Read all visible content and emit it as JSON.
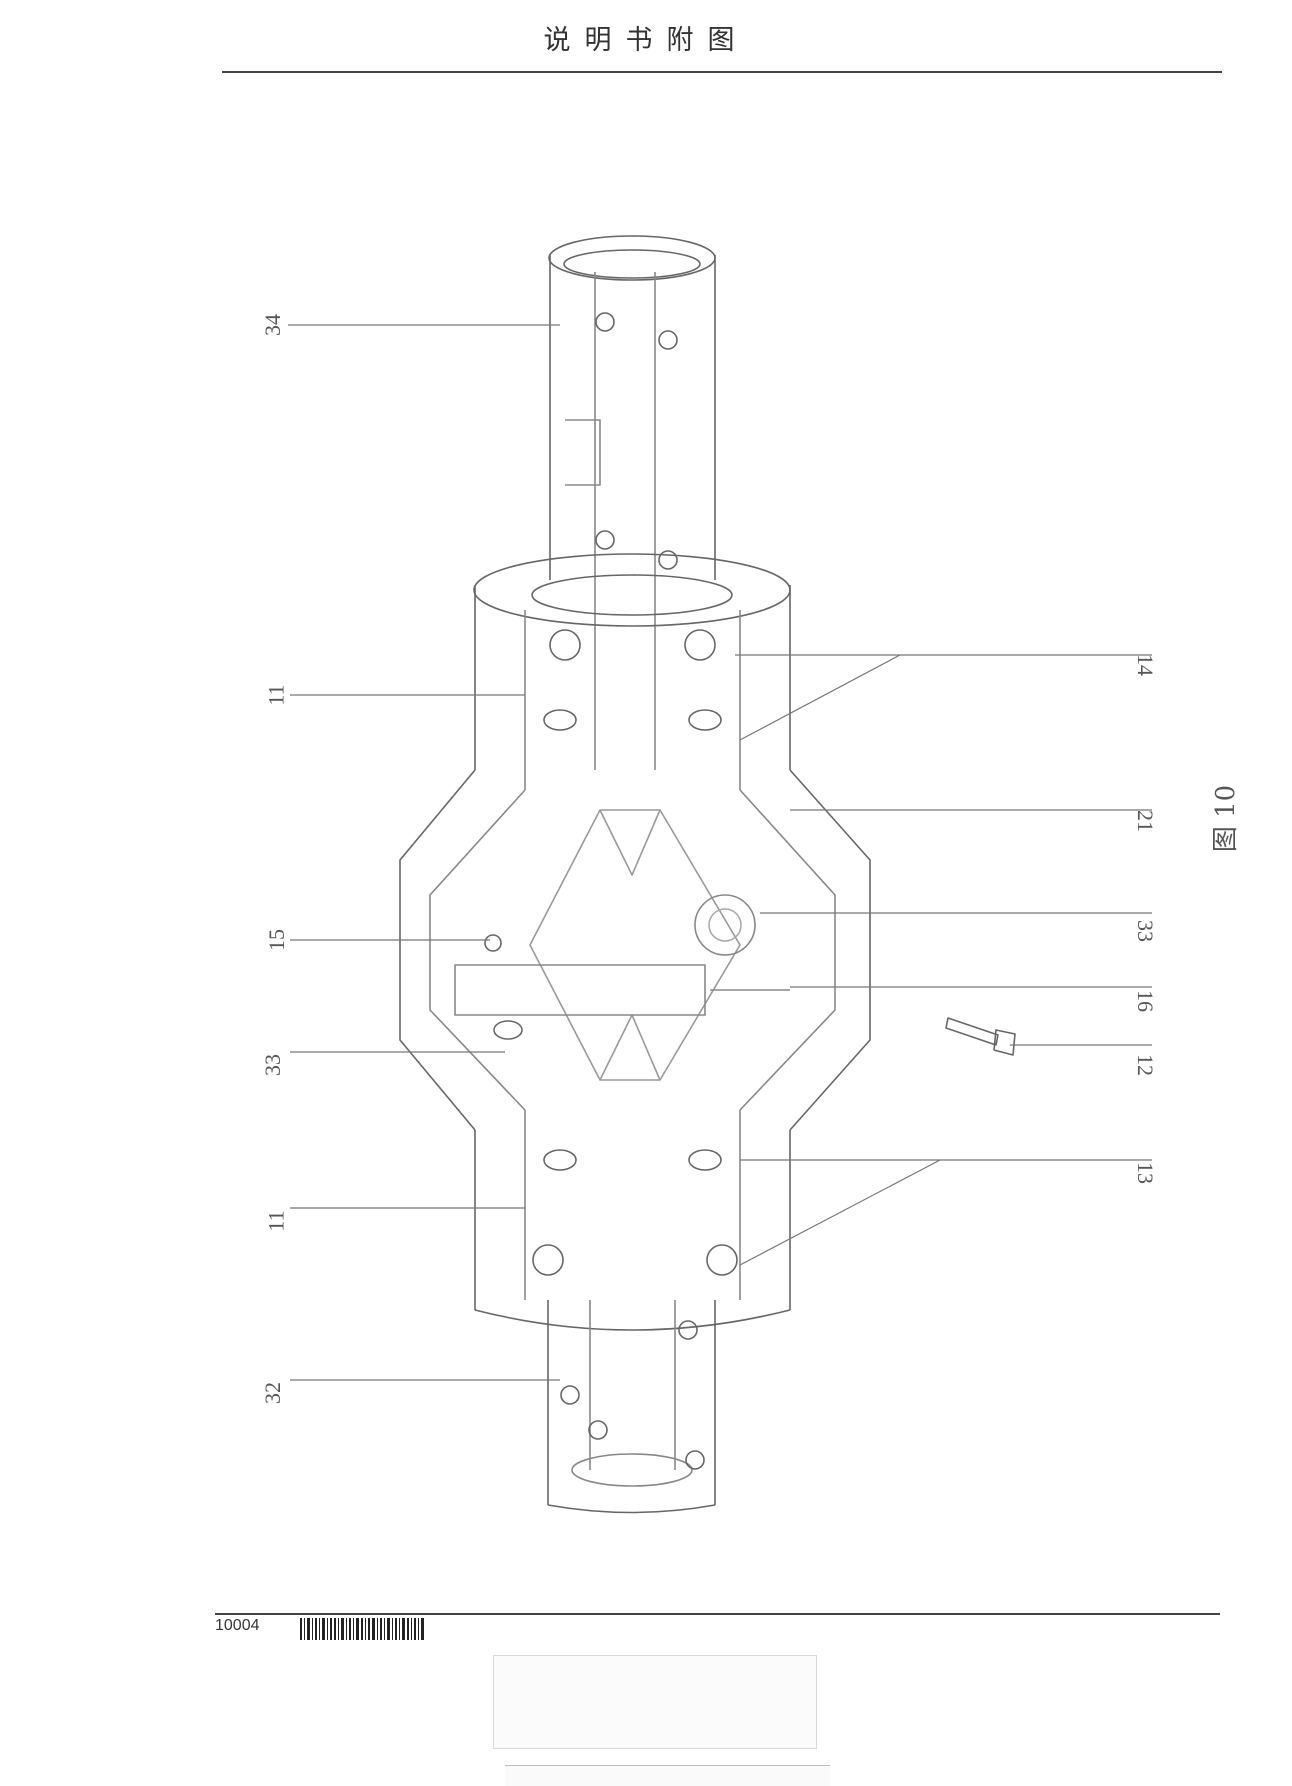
{
  "header": {
    "title": "说明书附图"
  },
  "figure": {
    "label": "图 10",
    "refs_left": [
      "34",
      "11",
      "15",
      "33",
      "11",
      "32"
    ],
    "refs_right": [
      "14",
      "21",
      "33",
      "16",
      "12",
      "13"
    ]
  },
  "footer": {
    "code": "10004"
  }
}
